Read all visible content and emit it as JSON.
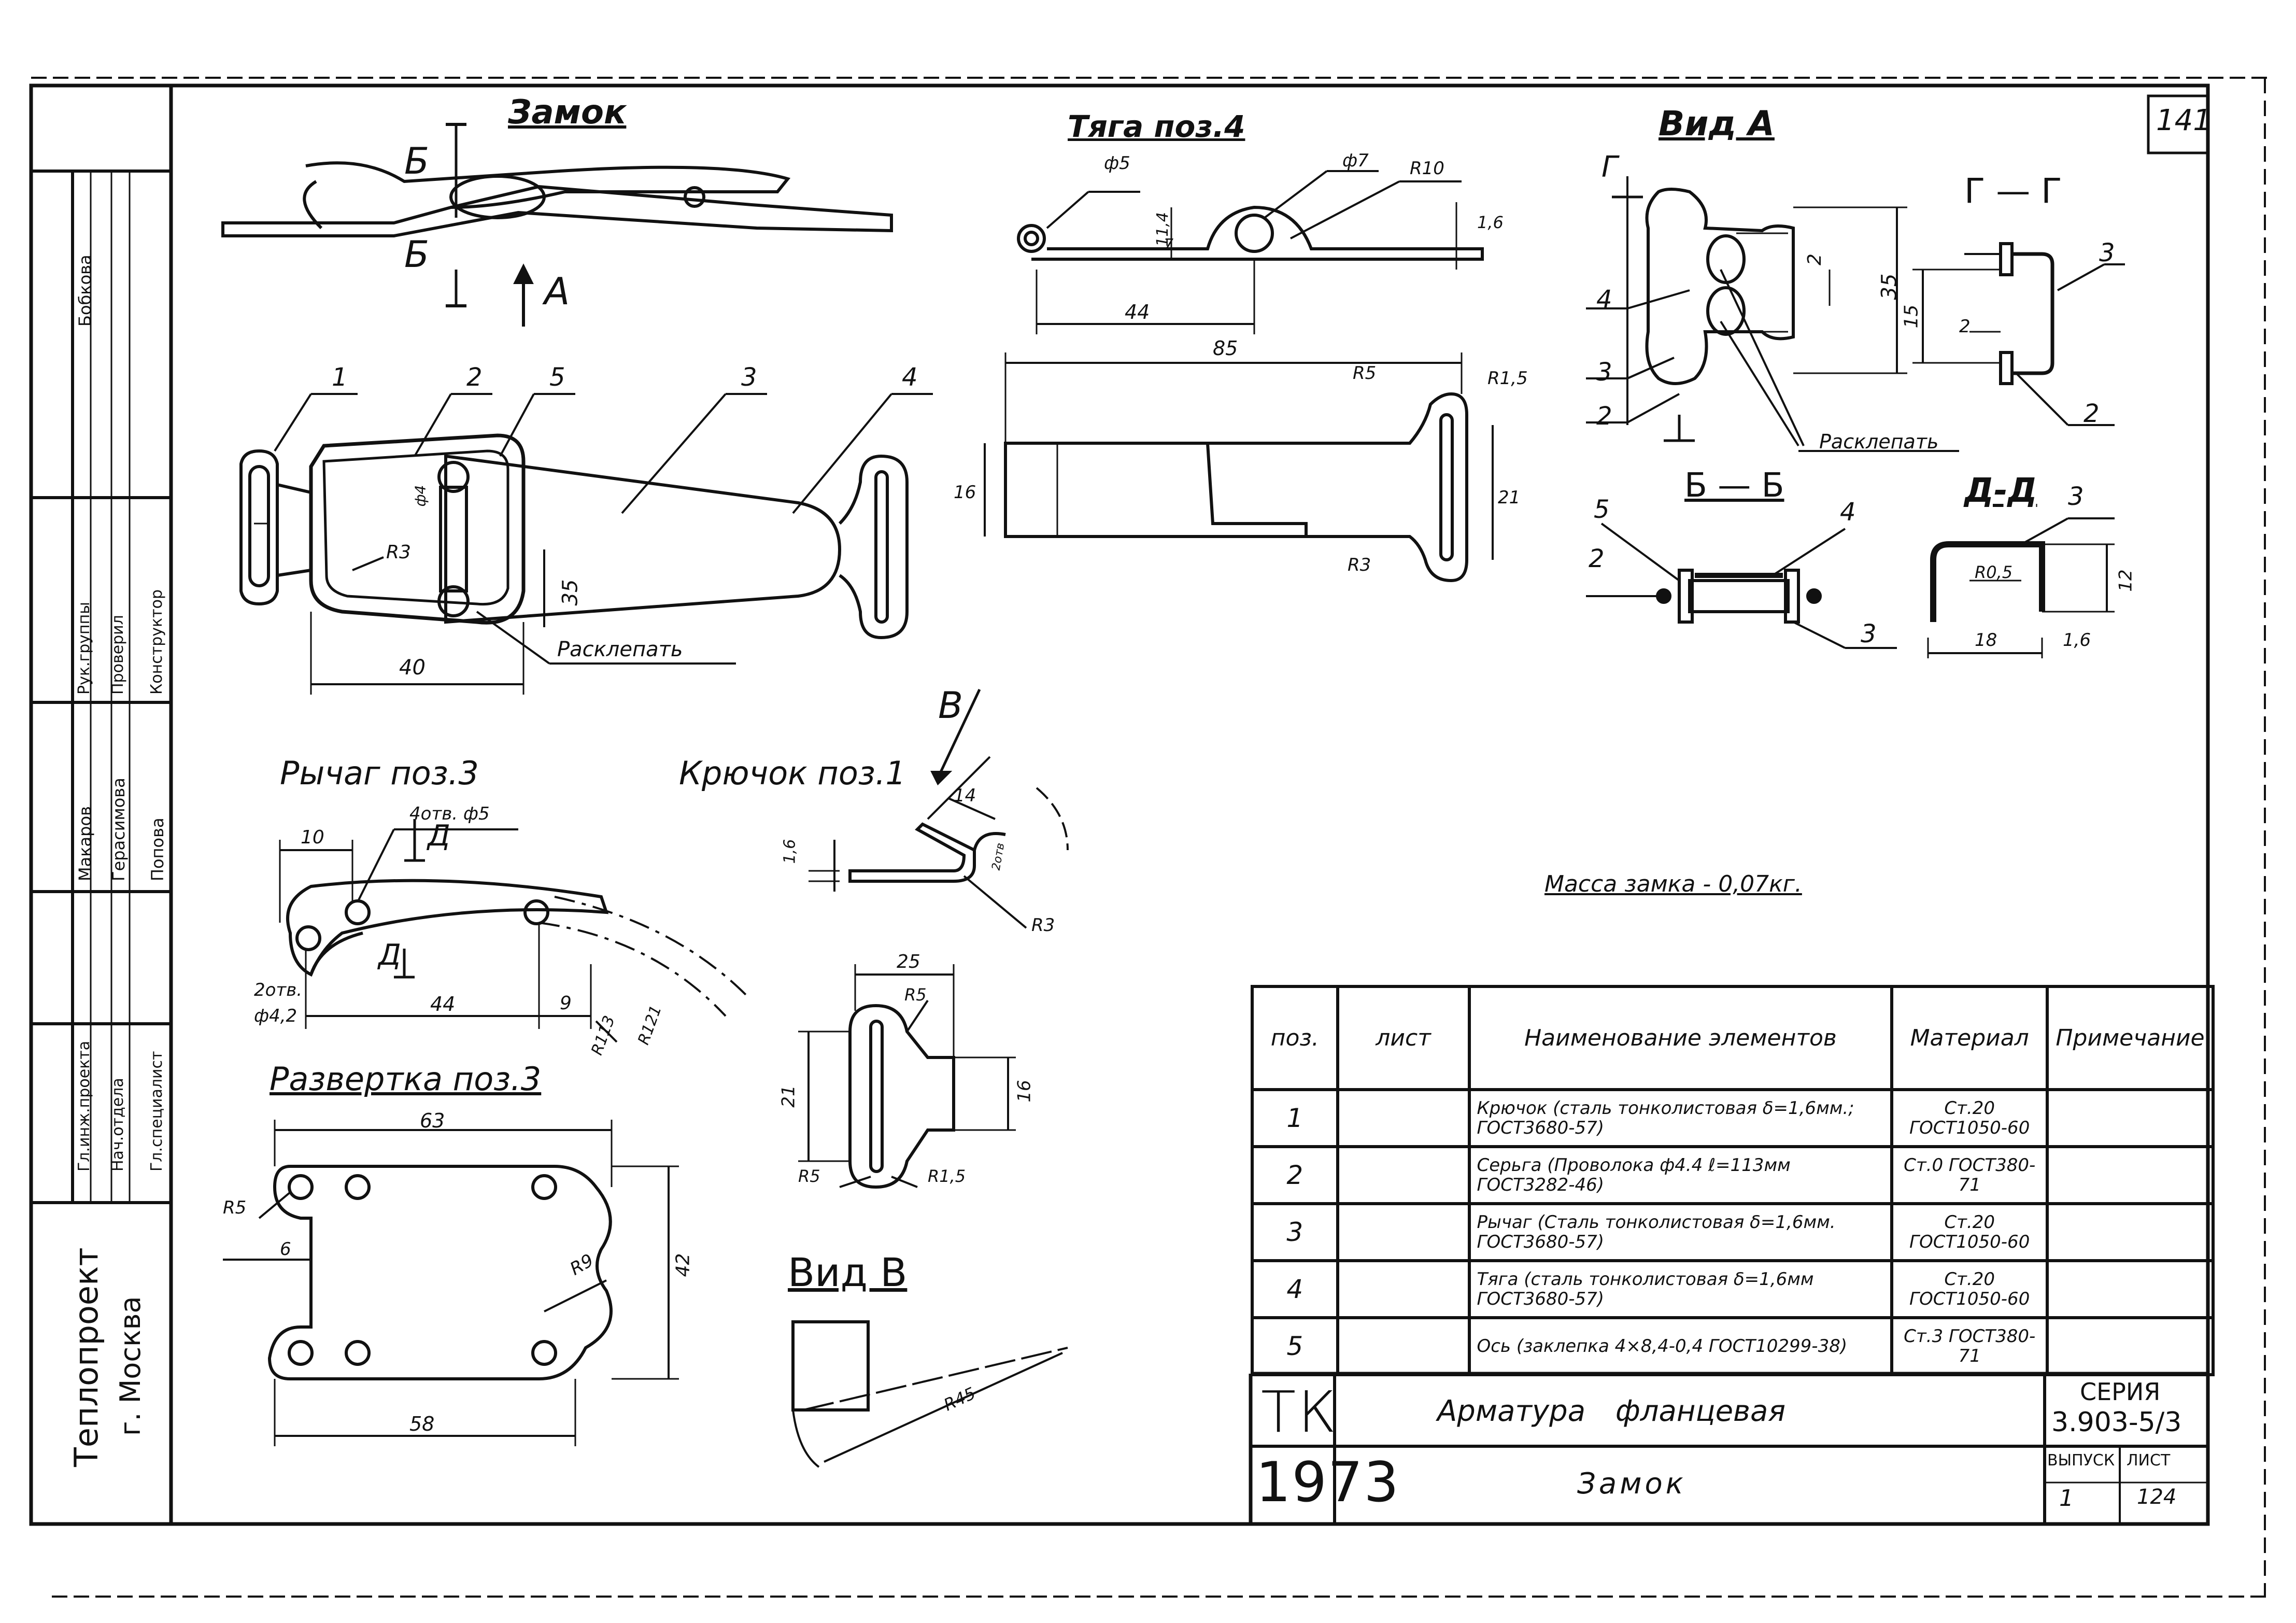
{
  "sheet_number": "141",
  "drawings": {
    "lock": {
      "title": "Замок",
      "section_mark": "Б",
      "view_mark": "А",
      "rivet_note": "Расклепать",
      "callouts": [
        "1",
        "2",
        "5",
        "3",
        "4"
      ],
      "dims": {
        "width": "40",
        "height": "35",
        "radius": "R3",
        "phi": "ф4"
      }
    },
    "rod": {
      "title": "Тяга поз.4",
      "dims": {
        "phi5": "ф5",
        "phi7": "ф7",
        "r10": "R10",
        "t16": "1,6",
        "h114": "11,4",
        "h7": "7",
        "len44": "44",
        "len85": "85",
        "r5": "R5",
        "r15": "R1,5",
        "w16": "16",
        "w21": "21",
        "r3": "R3"
      }
    },
    "view_a": {
      "title": "Вид А",
      "section_mark": "Г",
      "rivet_note": "Расклепать",
      "callouts": [
        "4",
        "3",
        "2"
      ],
      "dims": {
        "d35": "35",
        "d2": "2"
      }
    },
    "section_gg": {
      "title": "Г — Г",
      "callouts": [
        "3",
        "2"
      ],
      "dims": {
        "d15": "15",
        "d2": "2"
      }
    },
    "section_bb": {
      "title": "Б — Б",
      "callouts": [
        "5",
        "2",
        "4",
        "3"
      ]
    },
    "section_dd": {
      "title": "Д-Д",
      "callouts": [
        "3"
      ],
      "dims": {
        "r05": "R0,5",
        "d12": "12",
        "d18": "18",
        "d16": "1,6"
      }
    },
    "lever": {
      "title": "Рычаг поз.3",
      "section_mark": "Д",
      "dims": {
        "d10": "10",
        "holes": "4отв. ф5",
        "holes2": "2отв.",
        "phi42": "ф4,2",
        "d44": "44",
        "d9": "9",
        "r113": "R113",
        "r121": "R121"
      }
    },
    "hook": {
      "title": "Крючок поз.1",
      "view_mark": "В",
      "dims": {
        "d14": "14",
        "d16": "1,6",
        "r3": "R3",
        "d25": "25",
        "r5a": "R5",
        "d21": "21",
        "d16b": "16",
        "r5b": "R5",
        "r15": "R1,5",
        "r2": "2отв"
      }
    },
    "unfold": {
      "title": "Развертка поз.3",
      "dims": {
        "d63": "63",
        "r5": "R5",
        "d6": "6",
        "r9": "R9",
        "d42": "42",
        "d58": "58"
      }
    },
    "view_b": {
      "title": "Вид В",
      "dims": {
        "r45": "R45"
      }
    }
  },
  "mass_note": "Масса замка - 0,07кг.",
  "signatures": {
    "roles": [
      "Гл.инж.проекта",
      "Нач.отдела",
      "Гл.специалист",
      "Рук.группы",
      "Проверил",
      "Конструктор"
    ],
    "names": [
      "Бобкова",
      "Макаров",
      "Герасимова",
      "Попова"
    ],
    "org_line1": "Теплопроект",
    "org_line2": "г. Москва"
  },
  "bom": {
    "headers": [
      "поз.",
      "лист",
      "Наименование элементов",
      "Материал",
      "Примечание"
    ],
    "rows": [
      {
        "pos": "1",
        "sheet": "",
        "name": "Крючок (сталь тонколистовая δ=1,6мм.; ГОСТ3680-57)",
        "material": "Ст.20 ГОСТ1050-60",
        "note": ""
      },
      {
        "pos": "2",
        "sheet": "",
        "name": "Серьга (Проволока ф4.4 ℓ=113мм ГОСТ3282-46)",
        "material": "Ст.0 ГОСТ380-71",
        "note": ""
      },
      {
        "pos": "3",
        "sheet": "",
        "name": "Рычаг (Сталь тонколистовая δ=1,6мм. ГОСТ3680-57)",
        "material": "Ст.20 ГОСТ1050-60",
        "note": ""
      },
      {
        "pos": "4",
        "sheet": "",
        "name": "Тяга (сталь тонколистовая δ=1,6мм ГОСТ3680-57)",
        "material": "Ст.20 ГОСТ1050-60",
        "note": ""
      },
      {
        "pos": "5",
        "sheet": "",
        "name": "Ось (заклепка 4×8,4-0,4 ГОСТ10299-38)",
        "material": "Ст.3 ГОСТ380-71",
        "note": ""
      }
    ]
  },
  "title_block": {
    "code": "ТК",
    "year": "1973",
    "title": "Арматура фланцевая",
    "subtitle": "Замок",
    "series_label": "СЕРИЯ",
    "series": "3.903-5/3",
    "issue_label": "ВЫПУСК",
    "issue": "1",
    "sheet_label": "ЛИСТ",
    "sheet": "124"
  }
}
